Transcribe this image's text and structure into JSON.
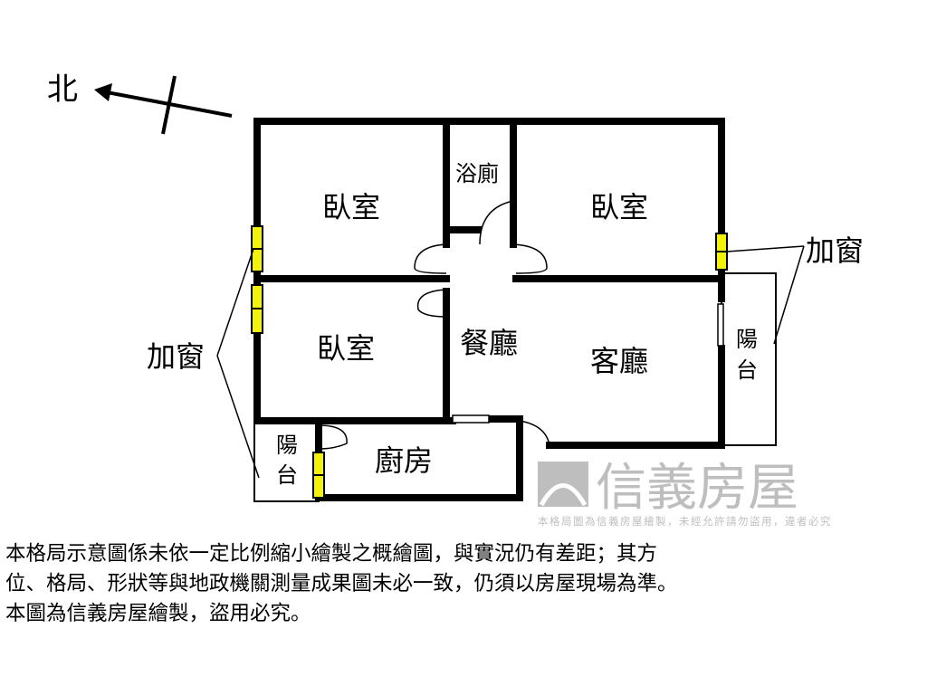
{
  "compass": {
    "north_label": "北"
  },
  "rooms": {
    "bedroom1": "臥室",
    "bathroom": "浴廁",
    "bedroom2": "臥室",
    "bedroom3": "臥室",
    "dining": "餐廳",
    "living": "客廳",
    "kitchen": "廚房",
    "balcony_right_1": "陽",
    "balcony_right_2": "台",
    "balcony_small_1": "陽",
    "balcony_small_2": "台"
  },
  "annotations": {
    "added_window_right": "加窗",
    "added_window_left": "加窗"
  },
  "watermark": {
    "brand": "信義房屋",
    "notice": "本格局圖為信義房屋繪製，未經允許請勿盜用，違者必究"
  },
  "disclaimer": [
    "本格局示意圖係未依一定比例縮小繪製之概繪圖，與實況仍有差距；其方",
    "位、格局、形狀等與地政機關測量成果圖未必一致，仍須以房屋現場為準。",
    "本圖為信義房屋繪製，盜用必究。"
  ],
  "colors": {
    "wall": "#000000",
    "window": "#f2f20a",
    "watermark": "#9a9a9a"
  }
}
